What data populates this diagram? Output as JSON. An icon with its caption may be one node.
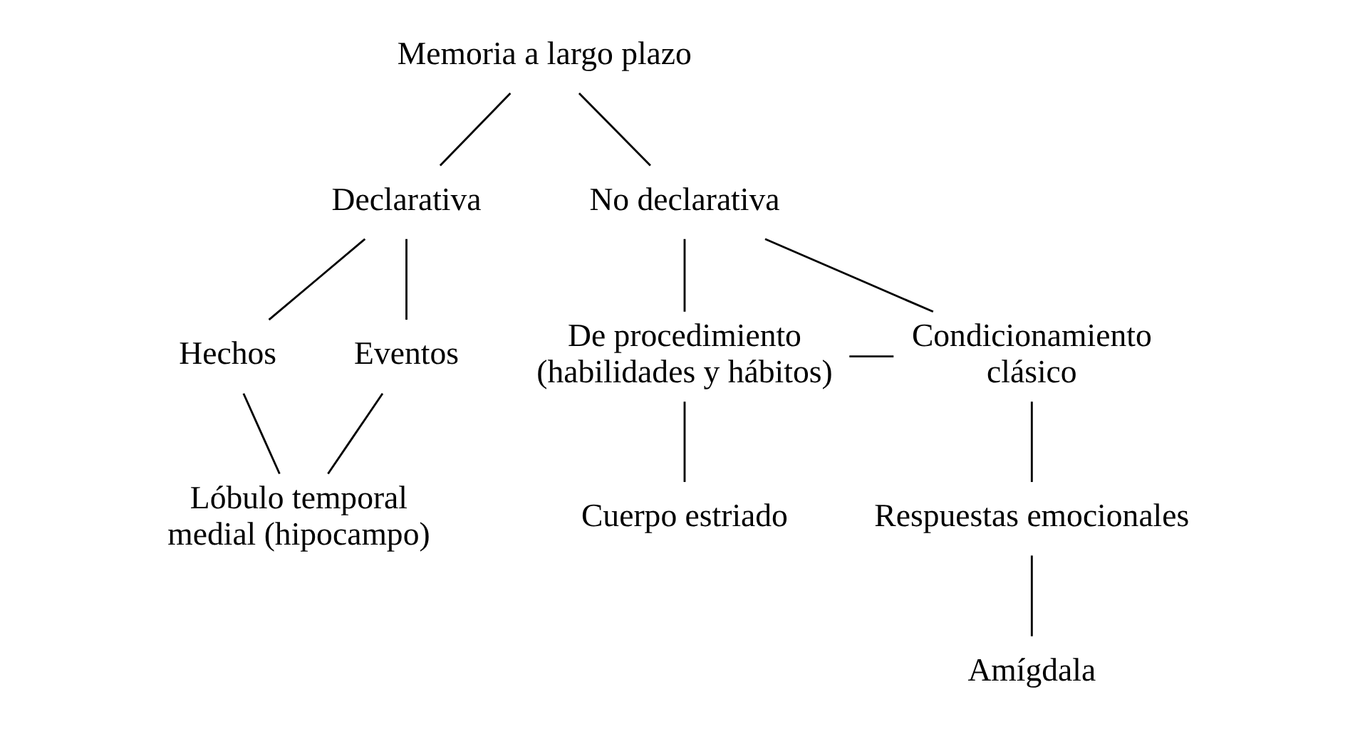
{
  "diagram": {
    "nodes": [
      {
        "text": [
          "Memoria a largo plazo"
        ]
      },
      {
        "text": [
          "Declarativa"
        ]
      },
      {
        "text": [
          "No declarativa"
        ]
      },
      {
        "text": [
          "Hechos"
        ]
      },
      {
        "text": [
          "Eventos"
        ]
      },
      {
        "text": [
          "De procedimiento (habilidades y hábitos)"
        ]
      },
      {
        "text": [
          "Condicionamiento clásico"
        ]
      },
      {
        "text": [
          "Respuestas emocionales"
        ]
      },
      {
        "text": [
          "Lóbulo temporal medial (hipocampo)"
        ]
      },
      {
        "text": [
          "Cuerpo estriado"
        ]
      },
      {
        "text": [
          "Amígdala"
        ]
      }
    ],
    "edges": [
      {
        "from": 0,
        "to": 1,
        "arrow": "none"
      },
      {
        "from": 0,
        "to": 2,
        "arrow": "none"
      },
      {
        "from": 1,
        "to": 3,
        "arrow": "none"
      },
      {
        "from": 1,
        "to": 4,
        "arrow": "none"
      },
      {
        "from": 3,
        "to": 8,
        "arrow": "none"
      },
      {
        "from": 4,
        "to": 8,
        "arrow": "none"
      },
      {
        "from": 2,
        "to": 5,
        "arrow": "none"
      },
      {
        "from": 2,
        "to": 6,
        "arrow": "none"
      },
      {
        "from": 5,
        "to": 6,
        "arrow": "none"
      },
      {
        "from": 5,
        "to": 9,
        "arrow": "none"
      },
      {
        "from": 6,
        "to": 7,
        "arrow": "none"
      },
      {
        "from": 7,
        "to": 10,
        "arrow": "none"
      }
    ]
  }
}
